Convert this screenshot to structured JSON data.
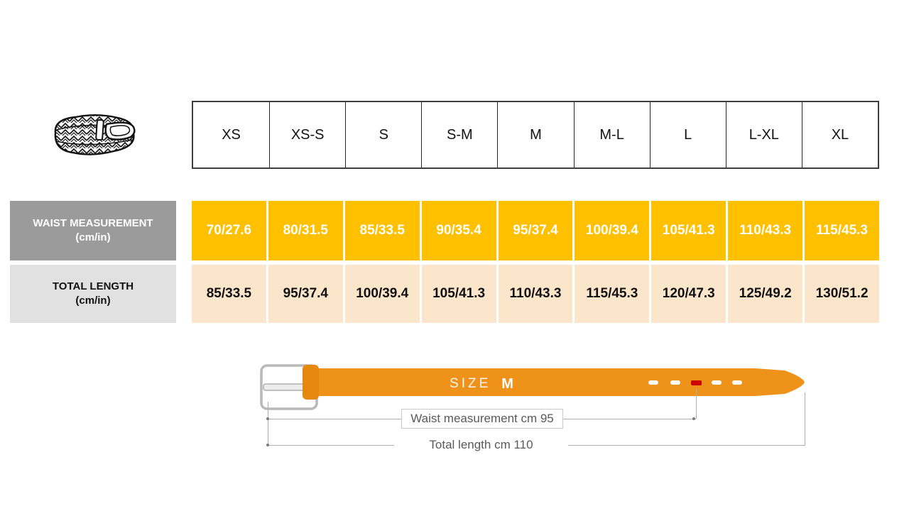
{
  "size_chart": {
    "sizes": [
      "XS",
      "XS-S",
      "S",
      "S-M",
      "M",
      "M-L",
      "L",
      "L-XL",
      "XL"
    ],
    "rows": [
      {
        "label": "WAIST MEASUREMENT",
        "unit": "(cm/in)",
        "values": [
          "70/27.6",
          "80/31.5",
          "85/33.5",
          "90/35.4",
          "95/37.4",
          "100/39.4",
          "105/41.3",
          "110/43.3",
          "115/45.3"
        ]
      },
      {
        "label": "TOTAL LENGTH",
        "unit": "(cm/in)",
        "values": [
          "85/33.5",
          "95/37.4",
          "100/39.4",
          "105/41.3",
          "110/43.3",
          "115/45.3",
          "120/47.3",
          "125/49.2",
          "130/51.2"
        ]
      }
    ]
  },
  "diagram": {
    "size_word": "SIZE",
    "size_value": "M",
    "waist_caption": "Waist measurement cm 95",
    "total_caption": "Total length cm 110"
  },
  "icons": {
    "belt_illustration": "braided-belt-coil"
  },
  "colors": {
    "waist_row_bg": "#ffc000",
    "total_row_bg": "#fbe5cb",
    "waist_label_bg": "#9b9b9b",
    "total_label_bg": "#e1e1e1",
    "belt_strap": "#ee9219",
    "belt_keeper": "#e5880e",
    "marked_hole": "#ce0000",
    "annotation_line": "#aeaeae"
  }
}
